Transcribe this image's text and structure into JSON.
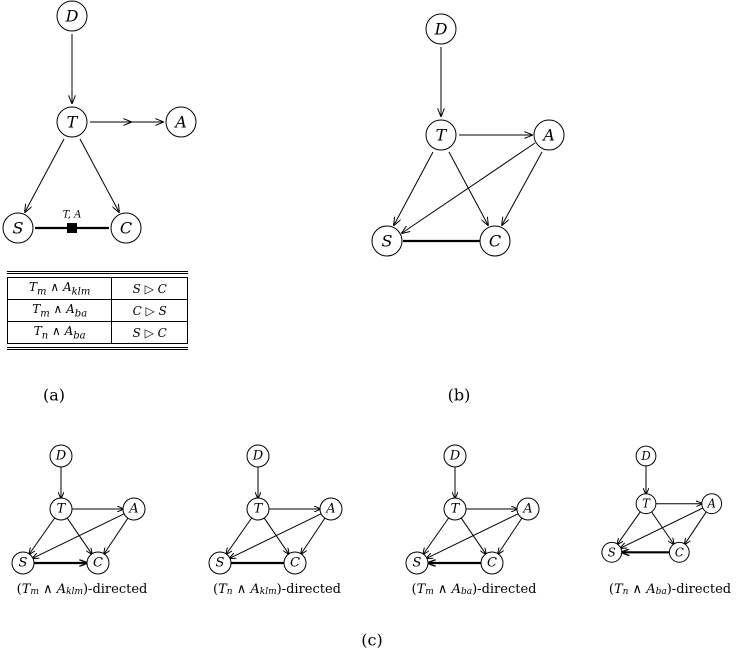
{
  "panel_a": {
    "caption": "(a)",
    "nodes": {
      "D": "D",
      "T": "T",
      "A": "A",
      "S": "S",
      "C": "C"
    },
    "factor_label": "T, A",
    "rules": [
      {
        "condition": "T_m ∧ A_klm",
        "order": "S ▷ C"
      },
      {
        "condition": "T_m ∧ A_ba",
        "order": "C ▷ S"
      },
      {
        "condition": "T_n ∧ A_ba",
        "order": "S ▷ C"
      }
    ]
  },
  "panel_b": {
    "caption": "(b)",
    "nodes": {
      "D": "D",
      "T": "T",
      "A": "A",
      "S": "S",
      "C": "C"
    }
  },
  "panel_c": {
    "caption": "(c)",
    "subfigures": [
      {
        "caption": "(T_m ∧ A_klm)-directed",
        "sc_direction": "S->C"
      },
      {
        "caption": "(T_n ∧ A_klm)-directed",
        "sc_direction": "none"
      },
      {
        "caption": "(T_m ∧ A_ba)-directed",
        "sc_direction": "C->S"
      },
      {
        "caption": "(T_n ∧ A_ba)-directed",
        "sc_direction": "C->S"
      }
    ]
  }
}
